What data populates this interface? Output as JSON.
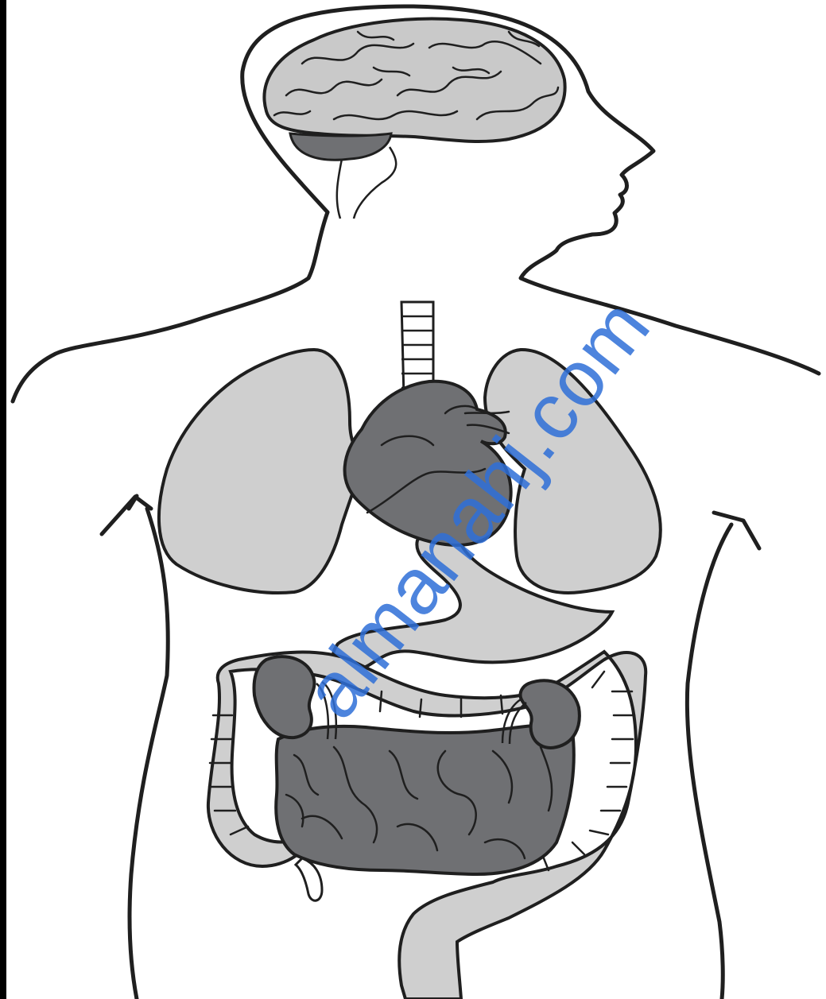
{
  "watermark": {
    "text": "almanahj.com"
  },
  "colors": {
    "outline": "#1f1f1f",
    "light_organ": "#cfcfcf",
    "dark_organ": "#6f7073",
    "brain": "#c9c9c9"
  },
  "organs": [
    "brain",
    "cerebellum",
    "trachea",
    "left-lung",
    "right-lung",
    "heart",
    "stomach",
    "kidney-left",
    "kidney-right",
    "small-intestine",
    "large-intestine",
    "rectum",
    "appendix"
  ]
}
